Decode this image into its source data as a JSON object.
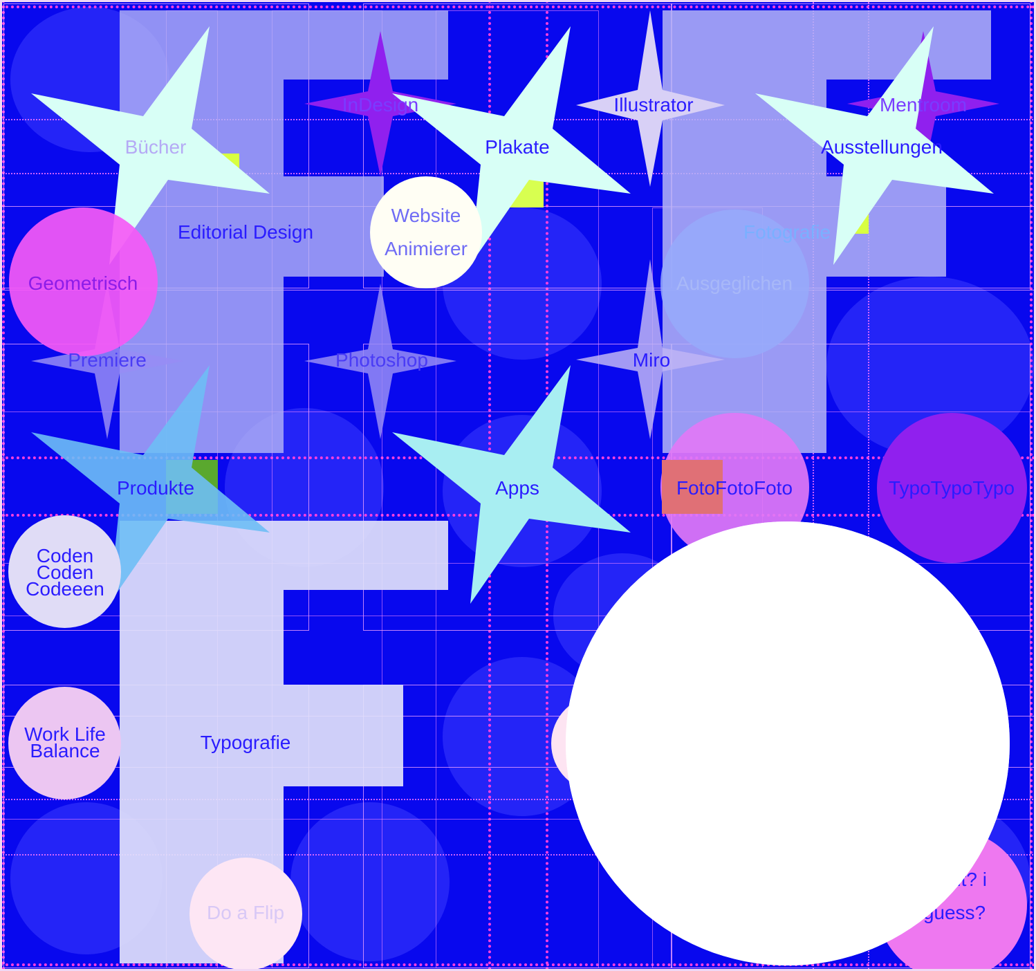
{
  "colors": {
    "background": "#0808ee",
    "f_violet": "#9b9bf6",
    "f_light": "#d0d0f6",
    "star_mint": "#d8fff6",
    "star_cyan": "#a8eef2",
    "star_lavender": "#d8d0f6",
    "star_purple": "#9020ee",
    "accent_yellow": "#d8ff40",
    "accent_green": "#5aa82e",
    "pink": "#f050f2",
    "label_blue": "#2a1cff"
  },
  "words": {
    "buecher": "Bücher",
    "indesign": "InDesign",
    "plakate": "Plakate",
    "illustrator": "Illustrator",
    "ausstellungen": "Ausstellungen",
    "mentroom": "Mentroom",
    "editorial": "Editorial Design",
    "website": "Website Animierer",
    "fotografie": "Fotografie",
    "geometrisch": "Geometrisch",
    "ausgeglichen": "Ausgeglichen",
    "premiere": "Premiere",
    "photoshop": "Photoshop",
    "miro": "Miro",
    "produkte": "Produkte",
    "apps": "Apps",
    "fotofotofoto": "FotoFotoFoto",
    "typotypotypo": "TypoTypoTypo",
    "coden": "Coden Coden Codeeen",
    "typografie": "Typografie",
    "worklife": "Work Life Balance",
    "doaflip": "Do a Flip",
    "guess": "Want? i guess?"
  }
}
